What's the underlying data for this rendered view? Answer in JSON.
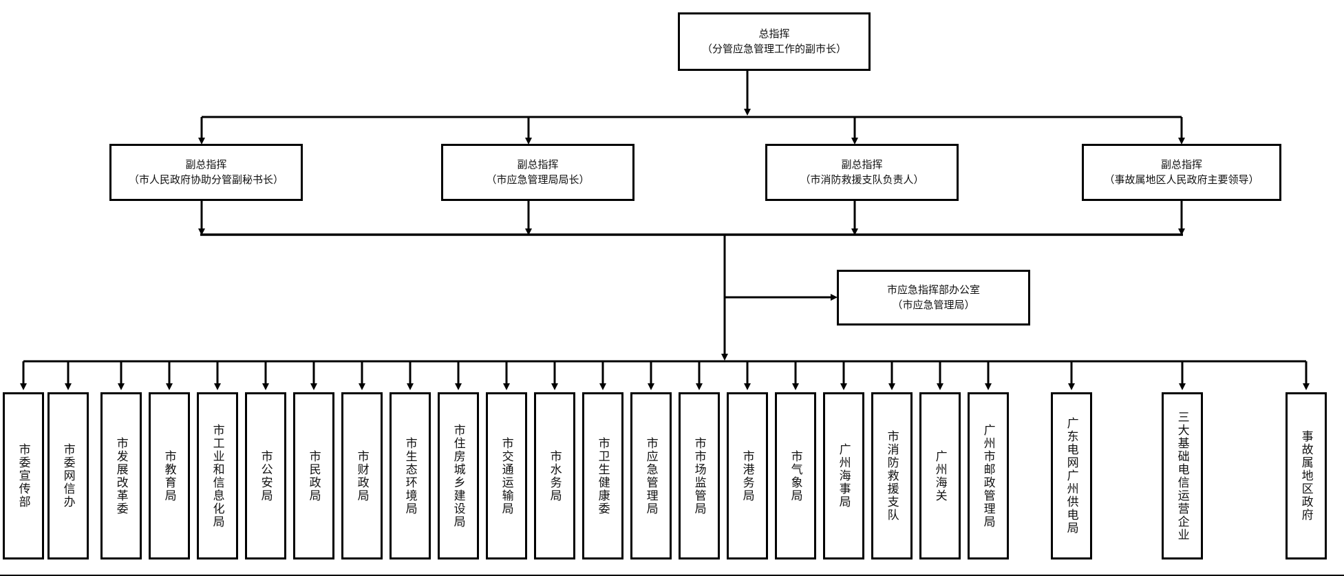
{
  "diagram": {
    "type": "org-chart",
    "title_visible": false,
    "colors": {
      "line": "#000000",
      "box_border": "#000000",
      "box_fill": "#ffffff",
      "text": "#111111",
      "background": "#ffffff"
    },
    "commander": {
      "line1": "总指挥",
      "line2": "（分管应急管理工作的副市长）"
    },
    "deputies": [
      {
        "line1": "副总指挥",
        "line2": "（市人民政府协助分管副秘书长）"
      },
      {
        "line1": "副总指挥",
        "line2": "（市应急管理局局长）"
      },
      {
        "line1": "副总指挥",
        "line2": "（市消防救援支队负责人）"
      },
      {
        "line1": "副总指挥",
        "line2": "（事故属地区人民政府主要领导）"
      }
    ],
    "office": {
      "line1": "市应急指挥部办公室",
      "line2": "（市应急管理局）"
    },
    "member_units": [
      "市委宣传部",
      "市委网信办",
      "市发展改革委",
      "市教育局",
      "市工业和信息化局",
      "市公安局",
      "市民政局",
      "市财政局",
      "市生态环境局",
      "市住房城乡建设局",
      "市交通运输局",
      "市水务局",
      "市卫生健康委",
      "市应急管理局",
      "市市场监管局",
      "市港务局",
      "市气象局",
      "广州海事局",
      "市消防救援支队",
      "广州海关",
      "广州市邮政管理局",
      "广东电网广州供电局",
      "三大基础电信运营企业",
      "事故属地区政府"
    ]
  }
}
